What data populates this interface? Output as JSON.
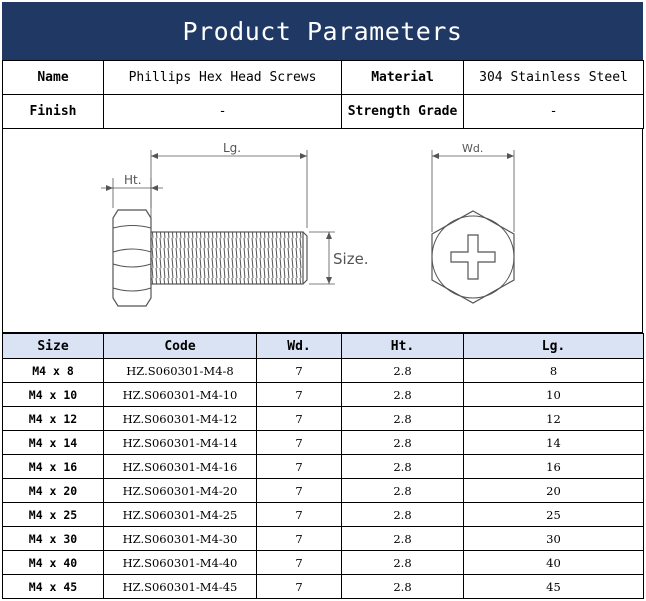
{
  "title": "Product Parameters",
  "info": {
    "name_label": "Name",
    "name_value": "Phillips Hex Head Screws",
    "material_label": "Material",
    "material_value": "304 Stainless Steel",
    "finish_label": "Finish",
    "finish_value": "-",
    "grade_label": "Strength Grade",
    "grade_value": "-"
  },
  "drawing": {
    "lg_label": "Lg.",
    "ht_label": "Ht.",
    "size_label": "Size.",
    "wd_label": "Wd."
  },
  "table": {
    "headers": [
      "Size",
      "Code",
      "Wd.",
      "Ht.",
      "Lg."
    ],
    "rows": [
      [
        "M4 x 8",
        "HZ.S060301-M4-8",
        "7",
        "2.8",
        "8"
      ],
      [
        "M4 x 10",
        "HZ.S060301-M4-10",
        "7",
        "2.8",
        "10"
      ],
      [
        "M4 x 12",
        "HZ.S060301-M4-12",
        "7",
        "2.8",
        "12"
      ],
      [
        "M4 x 14",
        "HZ.S060301-M4-14",
        "7",
        "2.8",
        "14"
      ],
      [
        "M4 x 16",
        "HZ.S060301-M4-16",
        "7",
        "2.8",
        "16"
      ],
      [
        "M4 x 20",
        "HZ.S060301-M4-20",
        "7",
        "2.8",
        "20"
      ],
      [
        "M4 x 25",
        "HZ.S060301-M4-25",
        "7",
        "2.8",
        "25"
      ],
      [
        "M4 x 30",
        "HZ.S060301-M4-30",
        "7",
        "2.8",
        "30"
      ],
      [
        "M4 x 40",
        "HZ.S060301-M4-40",
        "7",
        "2.8",
        "40"
      ],
      [
        "M4 x 45",
        "HZ.S060301-M4-45",
        "7",
        "2.8",
        "45"
      ]
    ]
  },
  "colors": {
    "banner": "#1f3864",
    "header_fill": "#dae3f3",
    "drawing_line": "#555555"
  }
}
